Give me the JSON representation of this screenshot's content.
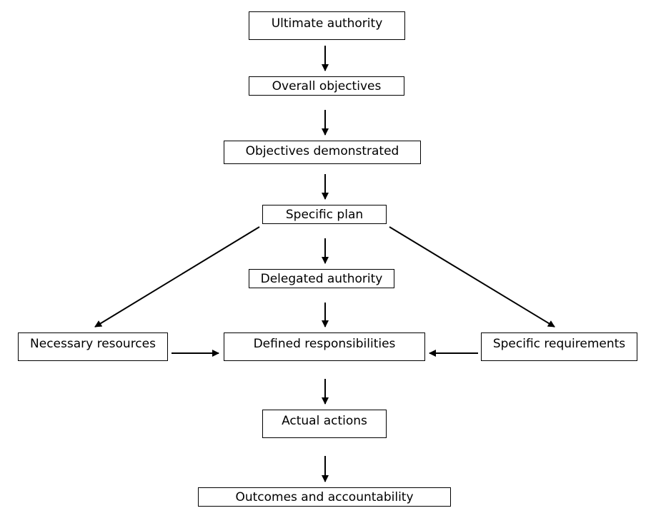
{
  "nodes": {
    "ultimate_authority": "Ultimate authority",
    "overall_objectives": "Overall objectives",
    "objectives_demonstrated": "Objectives demonstrated",
    "specific_plan": "Specific plan",
    "delegated_authority": "Delegated authority",
    "necessary_resources": "Necessary resources",
    "defined_responsibilities": "Defined responsibilities",
    "specific_requirements": "Specific requirements",
    "actual_actions": "Actual actions",
    "outcomes_accountability": "Outcomes and accountability"
  },
  "edges": [
    {
      "from": "ultimate_authority",
      "to": "overall_objectives"
    },
    {
      "from": "overall_objectives",
      "to": "objectives_demonstrated"
    },
    {
      "from": "objectives_demonstrated",
      "to": "specific_plan"
    },
    {
      "from": "specific_plan",
      "to": "delegated_authority"
    },
    {
      "from": "specific_plan",
      "to": "necessary_resources"
    },
    {
      "from": "specific_plan",
      "to": "specific_requirements"
    },
    {
      "from": "delegated_authority",
      "to": "defined_responsibilities"
    },
    {
      "from": "necessary_resources",
      "to": "defined_responsibilities"
    },
    {
      "from": "specific_requirements",
      "to": "defined_responsibilities"
    },
    {
      "from": "defined_responsibilities",
      "to": "actual_actions"
    },
    {
      "from": "actual_actions",
      "to": "outcomes_accountability"
    }
  ],
  "colors": {
    "line": "#000000",
    "box_border": "#000000",
    "background": "#ffffff"
  }
}
